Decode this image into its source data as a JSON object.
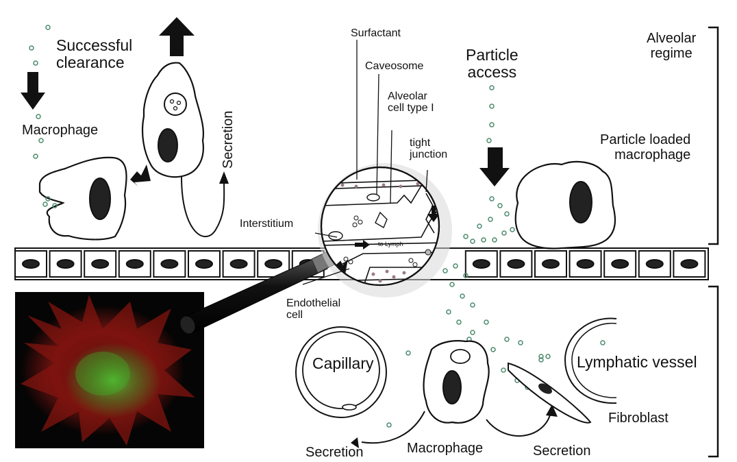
{
  "labels": {
    "successful_clearance": "Successful\nclearance",
    "macrophage_top": "Macrophage",
    "secretion_vertical": "Secretion",
    "surfactant": "Surfactant",
    "caveosome": "Caveosome",
    "alveolar_cell_type_1": "Alveolar\ncell type I",
    "tight_junction": "tight\njunction",
    "particle_access": "Particle\naccess",
    "alveolar_regime": "Alveolar\nregime",
    "particle_loaded_macrophage": "Particle loaded\nmacrophage",
    "interstitium": "Interstitium",
    "to_lymph": "to Lymph",
    "endothelial_cell": "Endothelial\ncell",
    "capillary": "Capillary",
    "lymphatic_vessel": "Lymphatic vessel",
    "fibroblast": "Fibroblast",
    "secretion_bottom_left": "Secretion",
    "macrophage_bottom": "Macrophage",
    "secretion_bottom_right": "Secretion"
  },
  "colors": {
    "ink": "#111111",
    "micrograph_background": "#050505",
    "micrograph_red": "#d0201a",
    "micrograph_green": "#3fbf2a",
    "particle_green": "#4a8a6a",
    "magnifier_handle": "#151515"
  },
  "icons": {
    "magnifier": "magnifying-glass-icon",
    "arrow": "block-arrow-icon"
  }
}
